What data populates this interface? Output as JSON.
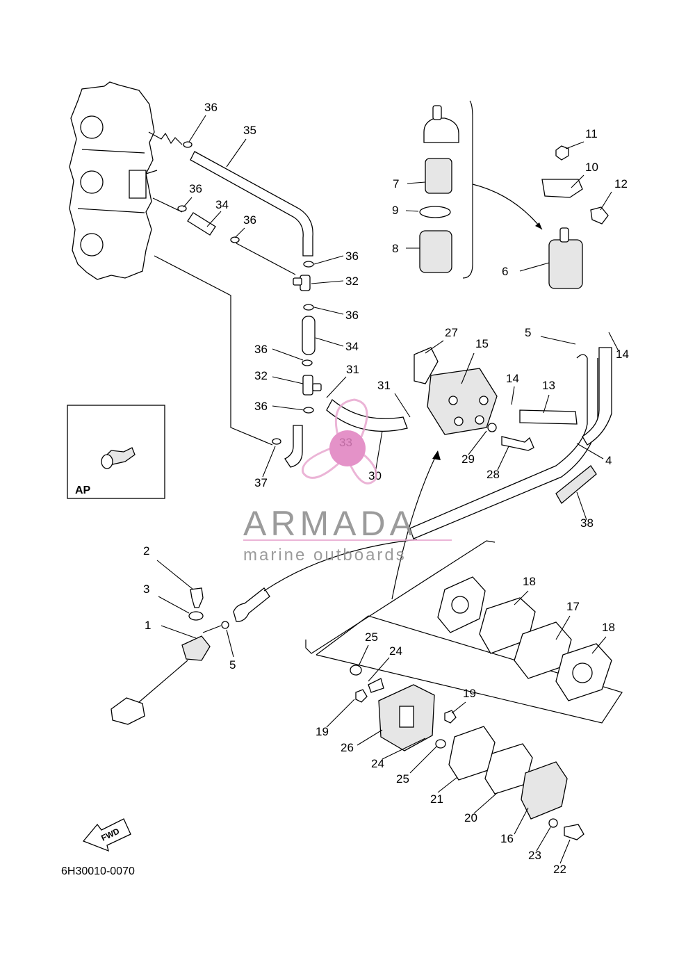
{
  "diagram": {
    "part_number": "6H30010-0070",
    "ap_box_label": "AP",
    "fwd_label": "FWD",
    "callouts": [
      "1",
      "2",
      "3",
      "4",
      "5",
      "5",
      "6",
      "7",
      "8",
      "9",
      "10",
      "11",
      "12",
      "13",
      "14",
      "14",
      "15",
      "16",
      "17",
      "18",
      "18",
      "19",
      "19",
      "20",
      "21",
      "22",
      "23",
      "24",
      "24",
      "25",
      "25",
      "26",
      "27",
      "28",
      "29",
      "30",
      "31",
      "31",
      "32",
      "32",
      "33",
      "34",
      "34",
      "35",
      "36",
      "36",
      "36",
      "36",
      "36",
      "36",
      "36",
      "37",
      "38"
    ]
  },
  "watermark": {
    "brand": "ARMADA",
    "subtitle": "marine outboards",
    "colors": {
      "text": "#8a8a8a",
      "accent": "#e8a8d0",
      "logo": "#e07fbf"
    }
  }
}
